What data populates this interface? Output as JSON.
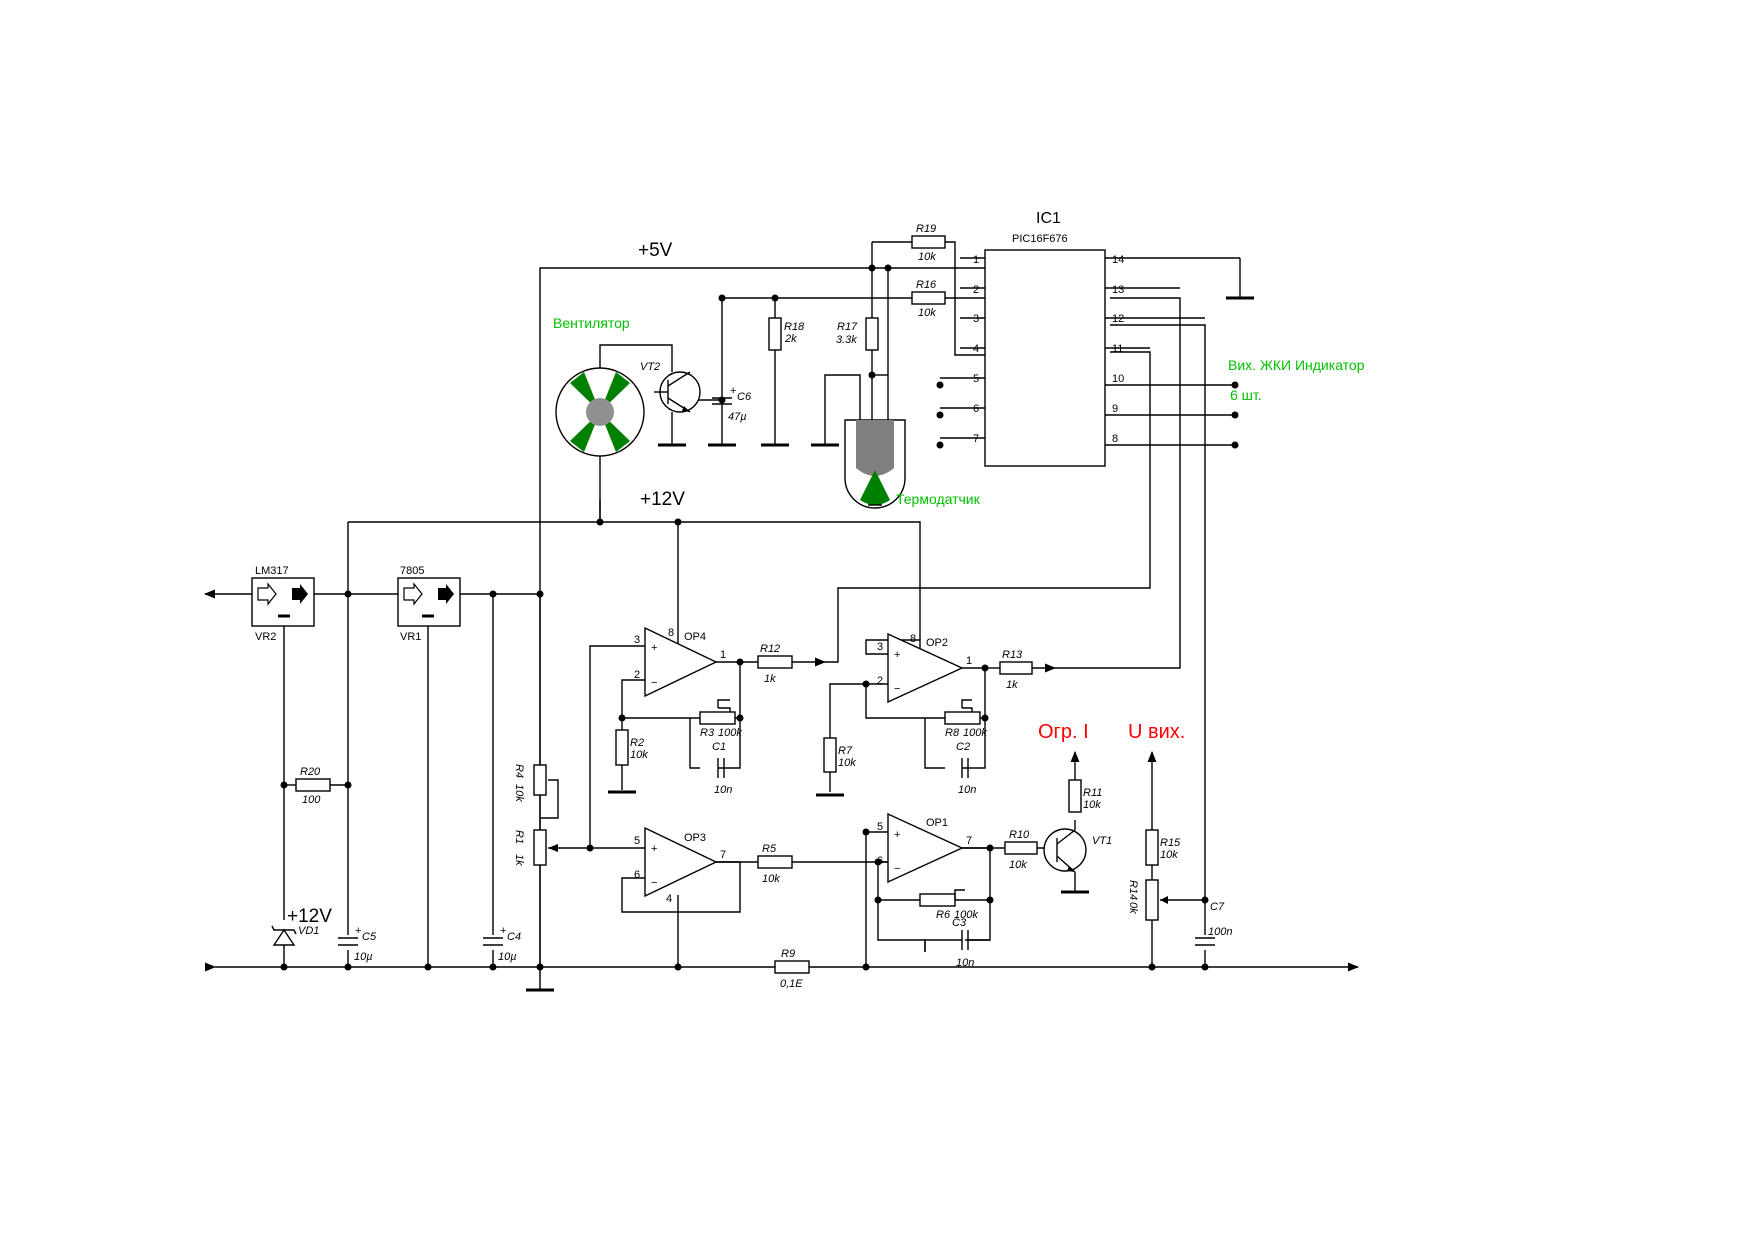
{
  "colors": {
    "wire": "#000000",
    "note": "#00c000",
    "warning": "#ff0000",
    "fan": "#008000",
    "fan_hub": "#909090"
  },
  "ic": {
    "ref": "IC1",
    "part": "PIC16F676",
    "left_pins": [
      "1",
      "2",
      "3",
      "4",
      "5",
      "6",
      "7"
    ],
    "right_pins": [
      "14",
      "13",
      "12",
      "11",
      "10",
      "9",
      "8"
    ]
  },
  "rails": {
    "v5": "+5V",
    "v12": "+12V",
    "v12_zener": "+12V"
  },
  "regulators": {
    "vr2": {
      "part": "LM317",
      "ref": "VR2"
    },
    "vr1": {
      "part": "7805",
      "ref": "VR1"
    }
  },
  "notes": {
    "fan": "Вентилятор",
    "sensor": "Термодатчик",
    "lcd_line1": "Вих. ЖКИ Индикатор",
    "lcd_line2": "6 шт.",
    "current_limit": "Огр. I",
    "voltage_out": "U вих."
  },
  "opamps": [
    {
      "ref": "OP4",
      "pins": [
        "3",
        "2",
        "1",
        "8"
      ]
    },
    {
      "ref": "OP2",
      "pins": [
        "3",
        "2",
        "1",
        "8"
      ]
    },
    {
      "ref": "OP3",
      "pins": [
        "5",
        "6",
        "7",
        "4"
      ]
    },
    {
      "ref": "OP1",
      "pins": [
        "5",
        "6",
        "7"
      ]
    }
  ],
  "resistors": {
    "R19": {
      "ref": "R19",
      "value": "10k"
    },
    "R16": {
      "ref": "R16",
      "value": "10k"
    },
    "R18": {
      "ref": "R18",
      "value": "2k"
    },
    "R17": {
      "ref": "R17",
      "value": "3.3k"
    },
    "R12": {
      "ref": "R12",
      "value": "1k"
    },
    "R13": {
      "ref": "R13",
      "value": "1k"
    },
    "R3": {
      "ref": "R3",
      "value": "100k"
    },
    "R8": {
      "ref": "R8",
      "value": "100k"
    },
    "R2": {
      "ref": "R2",
      "value": "10k"
    },
    "R7": {
      "ref": "R7",
      "value": "10k"
    },
    "R4": {
      "ref": "R4",
      "value": "10k"
    },
    "R1": {
      "ref": "R1",
      "value": "1k"
    },
    "R5": {
      "ref": "R5",
      "value": "10k"
    },
    "R10": {
      "ref": "R10",
      "value": "10k"
    },
    "R11": {
      "ref": "R11",
      "value": "10k"
    },
    "R6": {
      "ref": "R6",
      "value": "100k"
    },
    "R15": {
      "ref": "R15",
      "value": "10k"
    },
    "R14": {
      "ref": "R14",
      "value": "0k"
    },
    "R20": {
      "ref": "R20",
      "value": "100"
    },
    "R9": {
      "ref": "R9",
      "value": "0,1E"
    }
  },
  "capacitors": {
    "C6": {
      "ref": "C6",
      "value": "47µ"
    },
    "C1": {
      "ref": "C1",
      "value": "10n"
    },
    "C2": {
      "ref": "C2",
      "value": "10n"
    },
    "C3": {
      "ref": "C3",
      "value": "10n"
    },
    "C4": {
      "ref": "C4",
      "value": "10µ"
    },
    "C5": {
      "ref": "C5",
      "value": "10µ"
    },
    "C7": {
      "ref": "C7",
      "value": "100n"
    }
  },
  "transistors": {
    "VT1": "VT1",
    "VT2": "VT2"
  },
  "diodes": {
    "VD1": "VD1"
  }
}
